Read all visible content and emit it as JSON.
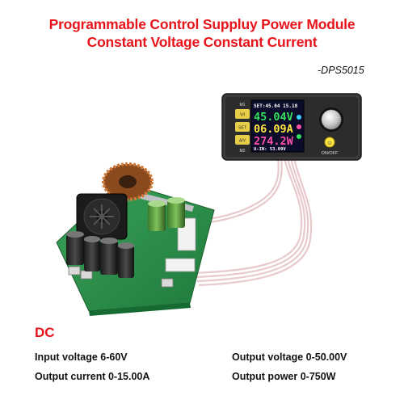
{
  "header": {
    "title_line1": "Programmable Control Suppluy Power Module",
    "title_line2": "Constant Voltage Constant Current",
    "model": "-DPS5015"
  },
  "display": {
    "set_line": "SET:45.04  15.18",
    "voltage": "45.04V",
    "current": "06.09A",
    "power": "274.2W",
    "status_line": "U-IN: 53.09V",
    "buttons": {
      "m1": "M1",
      "vi": "V/I",
      "set": "SET",
      "arrows": "A/V",
      "m2": "M2",
      "onoff": "ON/OFF"
    }
  },
  "specs": {
    "category": "DC",
    "input_voltage": "Input voltage 6-60V",
    "output_voltage": "Output voltage 0-50.00V",
    "output_current": "Output current 0-15.00A",
    "output_power": "Output power 0-750W"
  },
  "colors": {
    "accent_red": "#e8141b",
    "pcb_green": "#2e8b4a",
    "lcd_bg": "#0b0b2a",
    "lcd_green": "#33e05a",
    "lcd_yellow": "#ffe640",
    "lcd_pink": "#ff4fa6"
  }
}
